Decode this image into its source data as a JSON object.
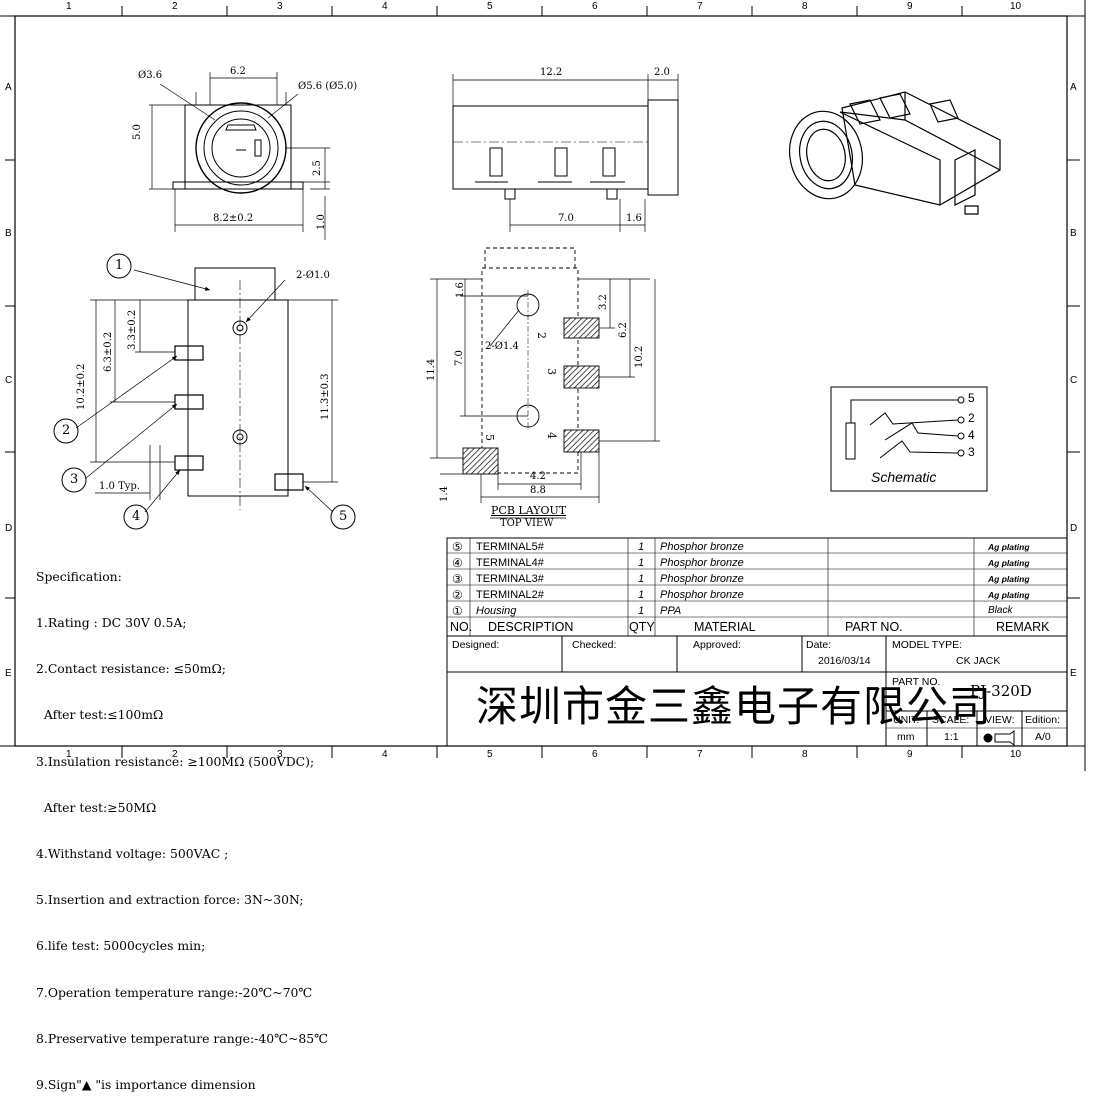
{
  "grid": {
    "cols": [
      "1",
      "2",
      "3",
      "4",
      "5",
      "6",
      "7",
      "8",
      "9",
      "10"
    ],
    "rows": [
      "A",
      "B",
      "C",
      "D",
      "E"
    ]
  },
  "front_view": {
    "dim_hole": "Ø3.6",
    "dim_width": "6.2",
    "dim_outer": "Ø5.6 (Ø5.0)",
    "dim_height": "5.0",
    "dim_center": "2.5",
    "dim_base": "8.2±0.2",
    "dim_foot": "1.0"
  },
  "side_view": {
    "dim_body": "12.2",
    "dim_nut": "2.0",
    "dim_pin": "7.0",
    "dim_end": "1.6"
  },
  "bottom_view": {
    "callouts": [
      "1",
      "2",
      "3",
      "4",
      "5"
    ],
    "dim_holes": "2-Ø1.0",
    "dim_total": "10.2±0.2",
    "dim_mid": "6.3±0.2",
    "dim_top": "3.3±0.2",
    "dim_length": "11.3±0.3",
    "dim_typ": "1.0 Typ."
  },
  "pcb_layout": {
    "dim_top": "1.6",
    "dim_hole": "2-Ø1.4",
    "dim_7": "7.0",
    "dim_114": "11.4",
    "dim_32": "3.2",
    "dim_62": "6.2",
    "dim_102": "10.2",
    "dim_42": "4.2",
    "dim_88": "8.8",
    "dim_14": "1.4",
    "pad_labels": [
      "2",
      "3",
      "4",
      "5"
    ],
    "title": "PCB LAYOUT",
    "subtitle": "TOP VIEW"
  },
  "schematic": {
    "pins": [
      "5",
      "2",
      "4",
      "3"
    ],
    "label": "Schematic"
  },
  "specification": {
    "title": "Specification:",
    "lines": [
      "1.Rating : DC 30V 0.5A;",
      "2.Contact resistance: ≤50mΩ;",
      "  After test:≤100mΩ",
      "3.Insulation resistance: ≥100MΩ (500VDC);",
      "  After test:≥50MΩ",
      "4.Withstand voltage: 500VAC ;",
      "5.Insertion and extraction force: 3N~30N;",
      "6.life test: 5000cycles min;",
      "7.Operation temperature range:-20℃~70℃",
      "8.Preservative temperature range:-40℃~85℃",
      "9.Sign\"▲ \"is importance dimension"
    ]
  },
  "bom": {
    "rows": [
      {
        "no": "⑤",
        "desc": "TERMINAL5#",
        "qty": "1",
        "material": "Phosphor bronze",
        "remark": "Ag plating"
      },
      {
        "no": "④",
        "desc": "TERMINAL4#",
        "qty": "1",
        "material": "Phosphor bronze",
        "remark": "Ag plating"
      },
      {
        "no": "③",
        "desc": "TERMINAL3#",
        "qty": "1",
        "material": "Phosphor bronze",
        "remark": "Ag plating"
      },
      {
        "no": "②",
        "desc": "TERMINAL2#",
        "qty": "1",
        "material": "Phosphor bronze",
        "remark": "Ag plating"
      },
      {
        "no": "①",
        "desc": "Housing",
        "qty": "1",
        "material": "PPA",
        "remark": "Black"
      }
    ],
    "headers": {
      "no": "NO.",
      "desc": "DESCRIPTION",
      "qty": "QTY",
      "material": "MATERIAL",
      "part": "PART NO.",
      "remark": "REMARK"
    }
  },
  "title_block": {
    "designed": "Designed:",
    "checked": "Checked:",
    "approved": "Approved:",
    "date_label": "Date:",
    "date": "2016/03/14",
    "model_label": "MODEL TYPE:",
    "model": "CK JACK",
    "part_label": "PART NO.",
    "part": "PJ-320D",
    "company": "深圳市金三鑫电子有限公司",
    "unit_label": "UNIT:",
    "unit": "mm",
    "scale_label": "SCALE:",
    "scale": "1:1",
    "view_label": "VIEW:",
    "edition_label": "Edition:",
    "edition": "A/0"
  }
}
